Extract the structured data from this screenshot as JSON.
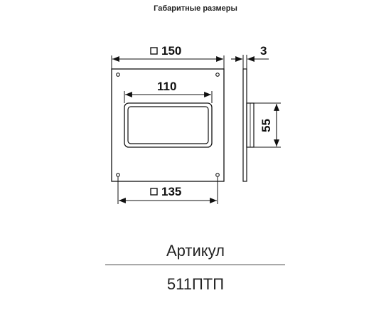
{
  "header": {
    "title": "Габаритные размеры"
  },
  "drawing": {
    "dim_outer_width": "150",
    "dim_opening_width": "110",
    "dim_hole_spacing": "135",
    "dim_thickness": "3",
    "dim_opening_height": "55"
  },
  "footer": {
    "label": "Артикул",
    "value": "511ПТП"
  }
}
